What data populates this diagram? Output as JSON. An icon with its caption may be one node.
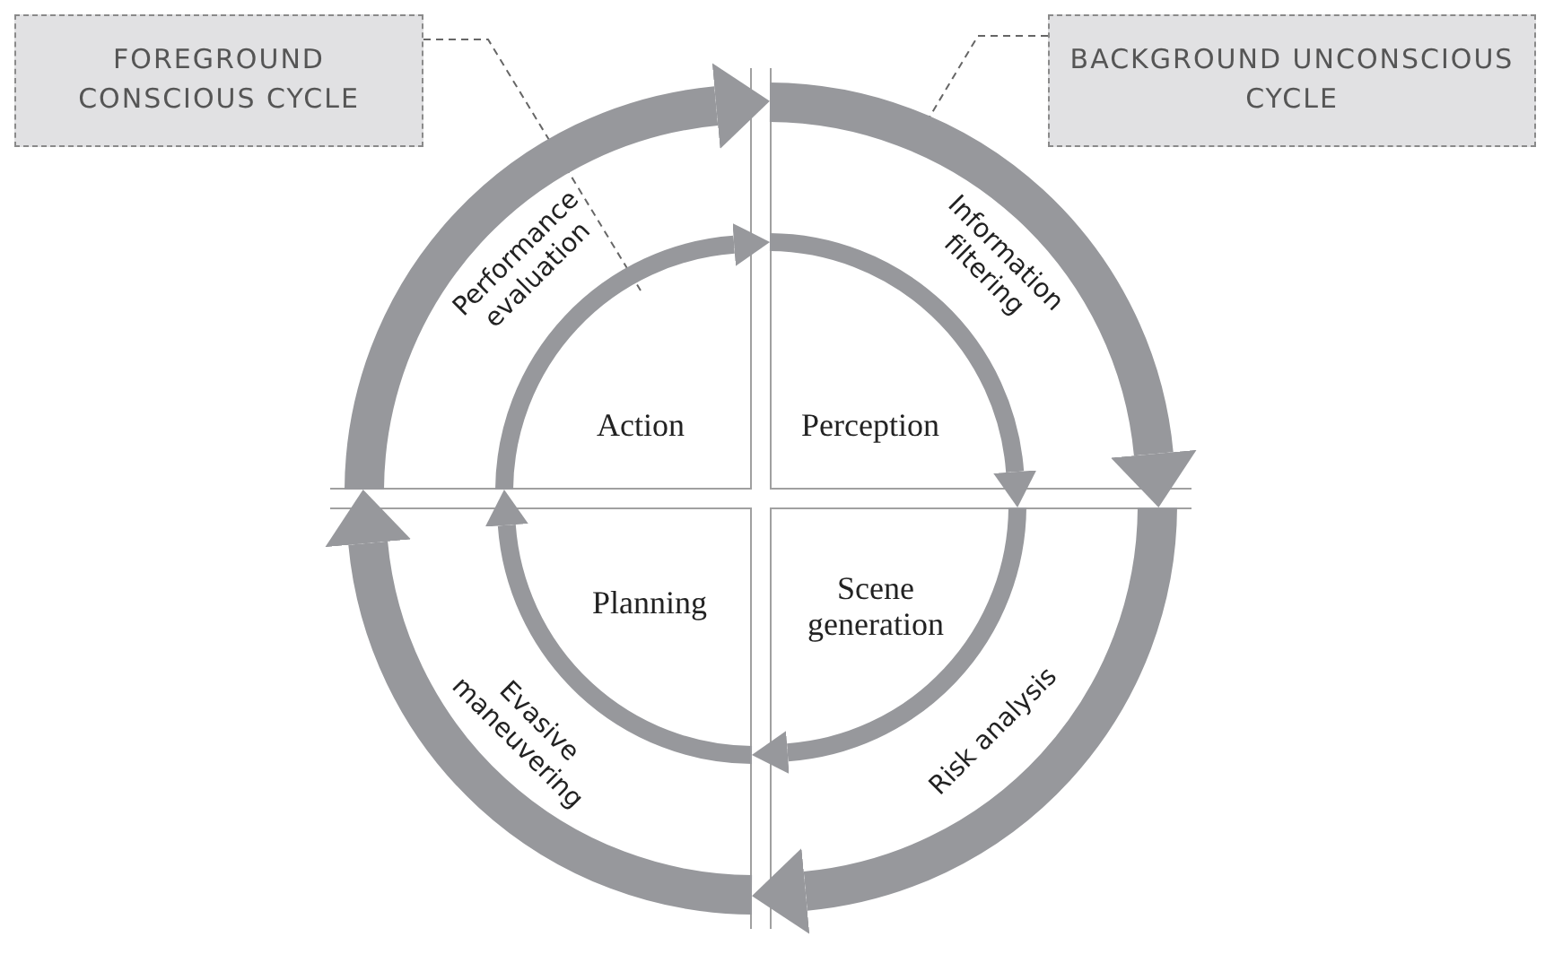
{
  "diagram": {
    "nodes": [
      {
        "text": [
          "FOREGROUND CONSCIOUS CYCLE"
        ]
      },
      {
        "text": [
          "BACKGROUND UNCONSCIOUS CYCLE"
        ]
      },
      {
        "text": [
          "Action"
        ]
      },
      {
        "text": [
          "Perception"
        ]
      },
      {
        "text": [
          "Planning"
        ]
      },
      {
        "text": [
          "Scene generation"
        ]
      }
    ],
    "edges": [
      {
        "from": 0,
        "to": 2,
        "arrow": "none",
        "style": "dashed"
      },
      {
        "from": 1,
        "to": 3,
        "arrow": "none",
        "style": "dashed"
      },
      {
        "from": 2,
        "to": 3,
        "arrow": "to",
        "style": "thick",
        "label": "Performance evaluation"
      },
      {
        "from": 3,
        "to": 5,
        "arrow": "to",
        "style": "thick",
        "label": "Information filtering"
      },
      {
        "from": 5,
        "to": 4,
        "arrow": "to",
        "style": "thick",
        "label": "Risk analysis"
      },
      {
        "from": 4,
        "to": 2,
        "arrow": "to",
        "style": "thick",
        "label": "Evasive maneuvering"
      },
      {
        "from": 2,
        "to": 3,
        "arrow": "to"
      },
      {
        "from": 3,
        "to": 5,
        "arrow": "to"
      },
      {
        "from": 5,
        "to": 4,
        "arrow": "to"
      },
      {
        "from": 4,
        "to": 2,
        "arrow": "to"
      }
    ]
  }
}
